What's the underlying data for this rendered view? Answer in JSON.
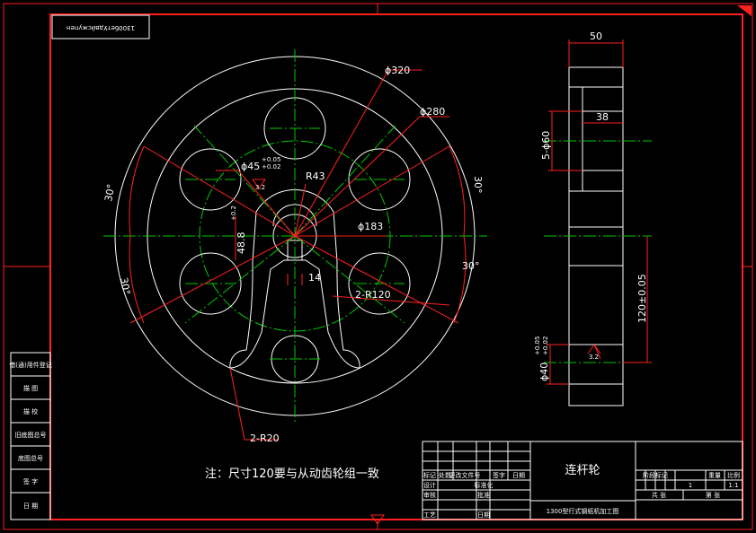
{
  "drawing_code": "1300бетУдвйсжупен",
  "note": "注：尺寸120要与从动齿轮组一致",
  "front_view": {
    "dia_outer": "ϕ320",
    "dia_inner": "ϕ280",
    "dia_pitch": "ϕ183",
    "dia_hole": "ϕ45",
    "hole_tol_upper": "+0.05",
    "hole_tol_lower": "+0.02",
    "roughness_front": "3.2",
    "radius_43": "R43",
    "keyway_height": "48.8",
    "keyway_tol": "+0.2",
    "keyway_width": "14",
    "slot_radius": "2-R120",
    "fillet_radius": "2-R20",
    "angle_label": "30°"
  },
  "side_view": {
    "width_50": "50",
    "width_38": "38",
    "holes": "5-ϕ60",
    "center_dist": "120±0.05",
    "bore": "ϕ40",
    "bore_tol_upper": "+0.05",
    "bore_tol_lower": "+0.02",
    "roughness_side": "3.2"
  },
  "title_block": {
    "part_name": "连杆轮",
    "drawing_name": "1300型行式钢纸机加工图",
    "hdr_mark": "标记",
    "hdr_count": "处数",
    "hdr_zone": "更改文件号",
    "hdr_sign": "签字",
    "hdr_date": "日期",
    "design": "设计",
    "standard": "标准化",
    "check": "审核",
    "process": "工艺",
    "approve": "批准",
    "date": "日期",
    "stage": "阶段标记",
    "weight": "重量",
    "scale": "比例",
    "qty": "1",
    "scale_val": "1:1",
    "sheets": "共  张",
    "sheet": "第  张"
  },
  "left_column": [
    "借(通)用件登记",
    "描 图",
    "描 校",
    "旧底图总号",
    "底图总号",
    "签 字",
    "日 期"
  ],
  "colors": {
    "background": "#000000",
    "border": "#ff2020",
    "outline": "#ffffff",
    "centerline": "#00c800",
    "dimension": "#ff2020"
  }
}
